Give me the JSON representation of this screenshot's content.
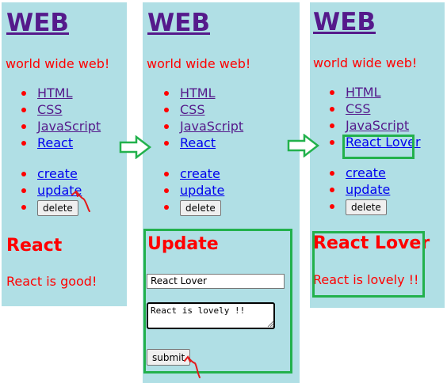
{
  "panel1": {
    "title": "WEB",
    "subtitle": "world wide web!",
    "nav": [
      "HTML",
      "CSS",
      "JavaScript",
      "React"
    ],
    "controls": {
      "create": "create",
      "update": "update",
      "delete": "delete"
    },
    "article": {
      "heading": "React",
      "body": "React is good!"
    }
  },
  "panel2": {
    "title": "WEB",
    "subtitle": "world wide web!",
    "nav": [
      "HTML",
      "CSS",
      "JavaScript",
      "React"
    ],
    "controls": {
      "create": "create",
      "update": "update",
      "delete": "delete"
    },
    "form": {
      "heading": "Update",
      "title_value": "React Lover",
      "body_value": "React is lovely !!",
      "submit": "submit"
    }
  },
  "panel3": {
    "title": "WEB",
    "subtitle": "world wide web!",
    "nav": [
      "HTML",
      "CSS",
      "JavaScript",
      "React Lover"
    ],
    "controls": {
      "create": "create",
      "update": "update",
      "delete": "delete"
    },
    "article": {
      "heading": "React Lover",
      "body": "React is lovely !!"
    }
  },
  "colors": {
    "panel_bg": "#b0dfe5",
    "text_red": "#ff0000",
    "highlight_green": "#22b14c",
    "visited_link": "#551a8b",
    "link": "#0000ee"
  },
  "icons": [
    "right-arrow-icon",
    "cursor-scribble-icon"
  ]
}
